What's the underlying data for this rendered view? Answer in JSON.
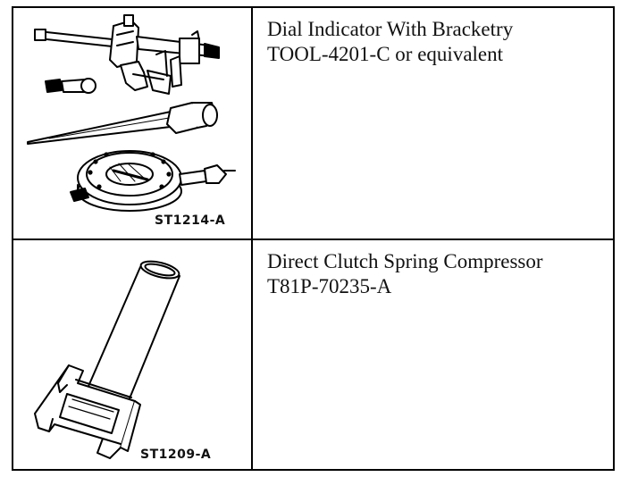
{
  "tools": [
    {
      "name": "Dial Indicator With Bracketry",
      "number": "TOOL-4201-C or equivalent",
      "ref_code": "ST1214-A",
      "illustration": "dial-indicator-with-bracketry"
    },
    {
      "name": "Direct Clutch Spring Compressor",
      "number": "T81P-70235-A",
      "ref_code": "ST1209-A",
      "illustration": "direct-clutch-spring-compressor"
    }
  ]
}
